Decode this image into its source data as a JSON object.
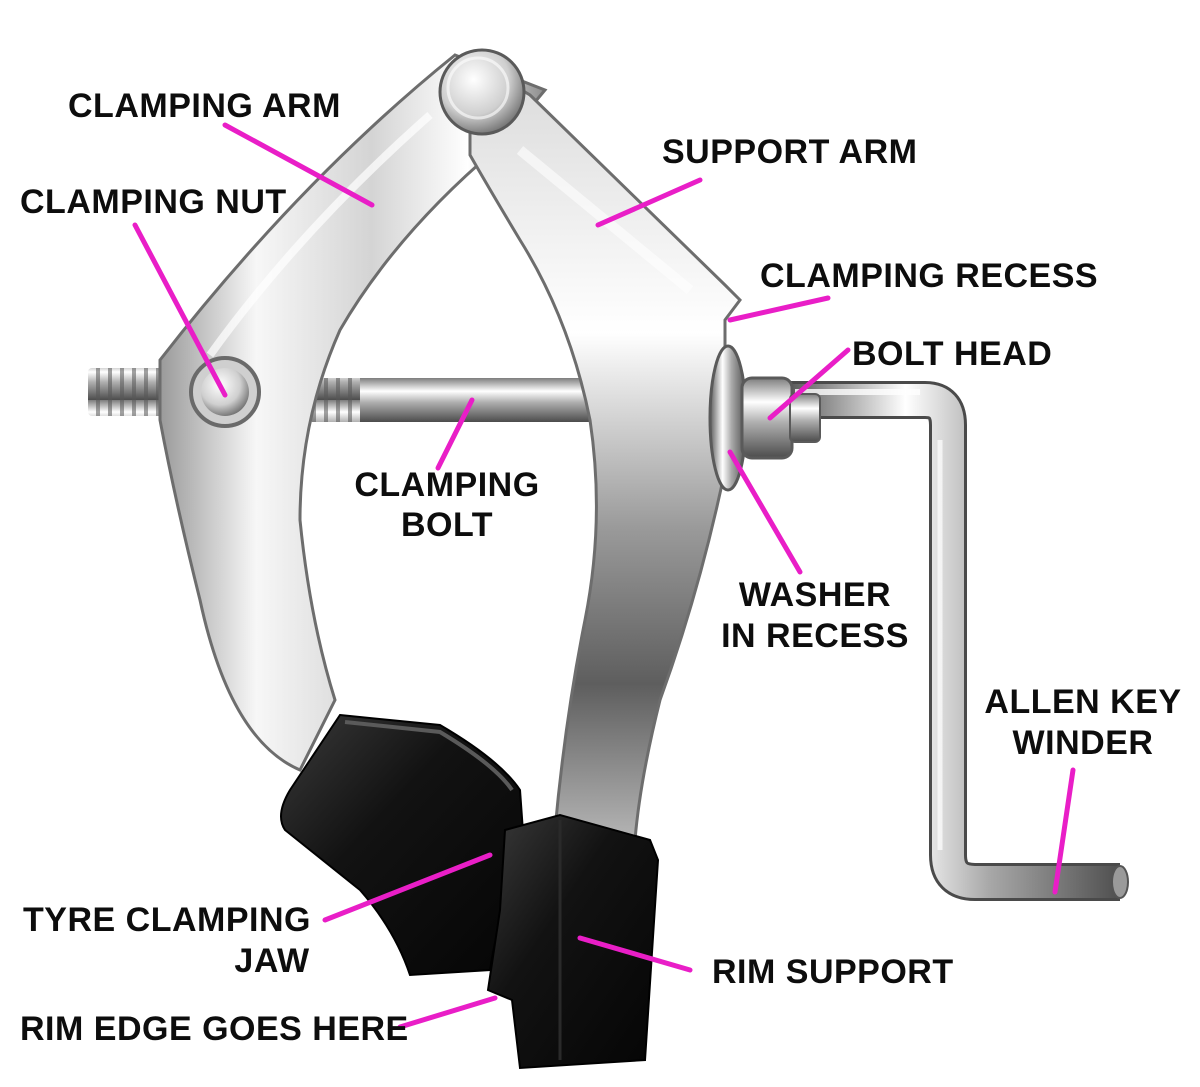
{
  "colors": {
    "leader_line": "#e91ec7",
    "label_text": "#0d0d0d",
    "chrome_light": "#f4f4f4",
    "chrome_mid": "#c9c9c9",
    "chrome_dark": "#7a7a7a",
    "jaw_black": "#111111"
  },
  "labels": {
    "clamping_arm": "CLAMPING ARM",
    "clamping_nut": "CLAMPING NUT",
    "support_arm": "SUPPORT ARM",
    "clamping_recess": "CLAMPING RECESS",
    "bolt_head": "BOLT HEAD",
    "clamping_bolt_line1": "CLAMPING",
    "clamping_bolt_line2": "BOLT",
    "washer_line1": "WASHER",
    "washer_line2": "IN RECESS",
    "allen_key_line1": "ALLEN KEY",
    "allen_key_line2": "WINDER",
    "tyre_jaw_line1": "TYRE CLAMPING",
    "tyre_jaw_line2": "JAW",
    "rim_support": "RIM SUPPORT",
    "rim_edge": "RIM EDGE GOES HERE"
  }
}
